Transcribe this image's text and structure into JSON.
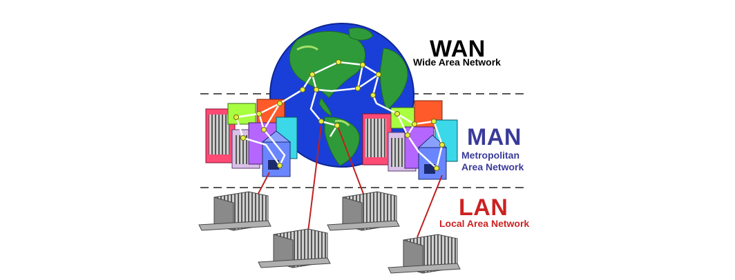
{
  "wan": {
    "title": "WAN",
    "subtitle": "Wide Area Network",
    "color": "#000000"
  },
  "man": {
    "title": "MAN",
    "subtitle_line1": "Metropolitan",
    "subtitle_line2": "Area Network",
    "color": "#3a3a9a"
  },
  "lan": {
    "title": "LAN",
    "subtitle": "Local Area Network",
    "color": "#cc2222"
  },
  "colors": {
    "ocean": "#1a3fd8",
    "land": "#2f9a3a",
    "link_wan": "#ffffff",
    "link_lan": "#c02020",
    "node": "#e8f040",
    "divider": "#555555"
  },
  "icons": [
    "globe-icon",
    "city-cluster-icon",
    "office-building-icon"
  ]
}
